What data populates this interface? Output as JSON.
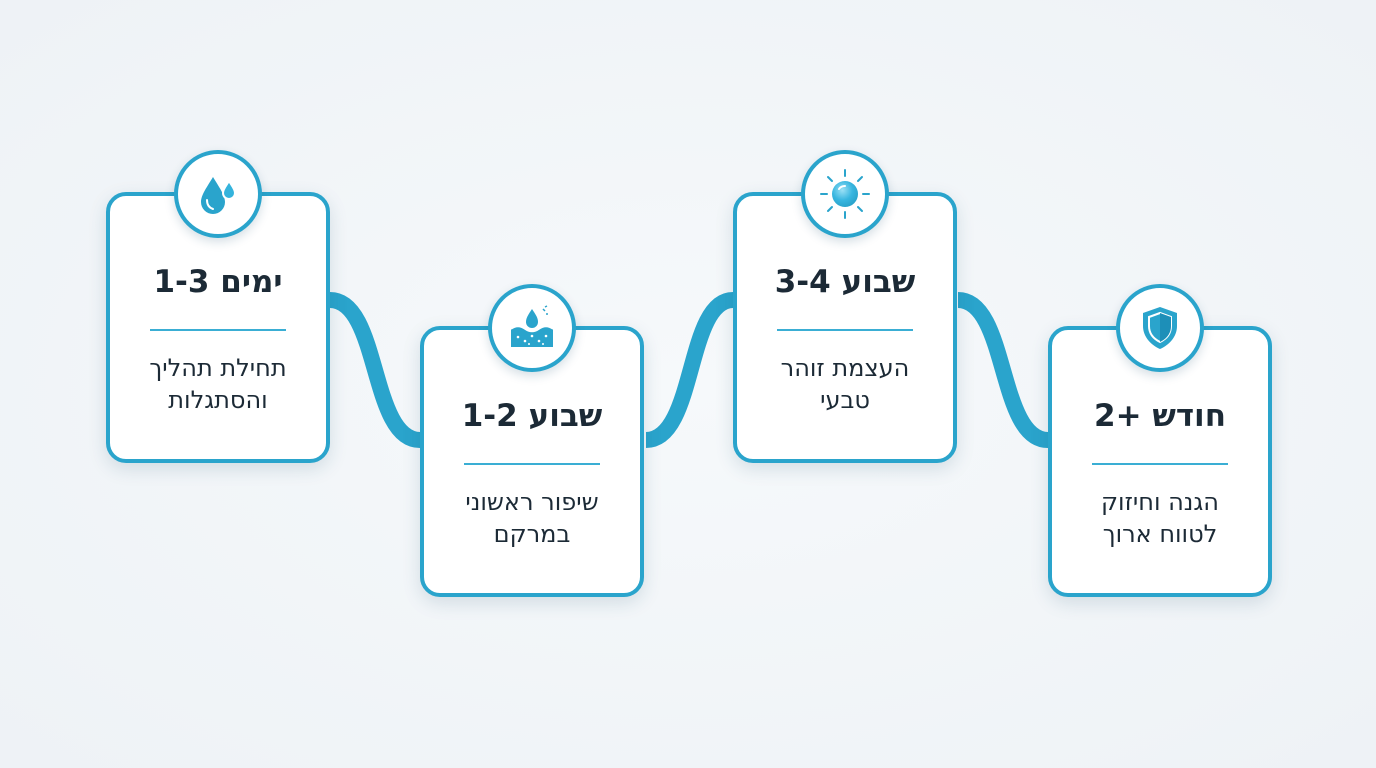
{
  "colors": {
    "accent": "#2aa4cc",
    "accent_dark": "#1d8fb8",
    "text": "#1c2a36",
    "background": "#eef2f6",
    "card": "#ffffff"
  },
  "diagram": {
    "type": "timeline",
    "direction": "left-to-right",
    "stages": [
      {
        "icon": "water-drops-icon",
        "title": "ימים 1-3",
        "description_line1": "תחילת תהליך",
        "description_line2": "והסתגלות"
      },
      {
        "icon": "skin-hydration-icon",
        "title": "שבוע 1-2",
        "description_line1": "שיפור ראשוני",
        "description_line2": "במרקם"
      },
      {
        "icon": "sun-glow-icon",
        "title": "שבוע 3-4",
        "description_line1": "העצמת זוהר",
        "description_line2": "טבעי"
      },
      {
        "icon": "shield-icon",
        "title": "חודש +2",
        "description_line1": "הגנה וחיזוק",
        "description_line2": "לטווח ארוך"
      }
    ]
  }
}
